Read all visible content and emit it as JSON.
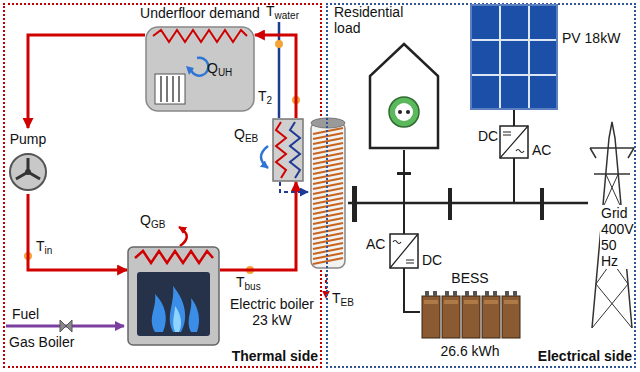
{
  "diagram": {
    "nodes": [
      {
        "text": [
          "Thermal side"
        ]
      },
      {
        "text": [
          "Underfloor demand",
          "QUH"
        ],
        "in": 0
      },
      {
        "text": [
          "Pump"
        ],
        "in": 0
      },
      {
        "text": [
          "QEB"
        ],
        "in": 0
      },
      {
        "text": [
          "Electric boiler 23 kW"
        ],
        "in": 0
      },
      {
        "text": [
          "Gas Boiler"
        ],
        "in": 0
      },
      {
        "text": [
          "Electrical side"
        ]
      },
      {
        "text": [
          "Residential load"
        ],
        "in": 6
      },
      {
        "text": [
          "PV 18kW"
        ],
        "in": 6
      },
      {
        "text": [
          "BESS",
          "26.6 kWh"
        ],
        "in": 6
      },
      {
        "text": [
          "Grid 400V 50 Hz"
        ],
        "in": 6
      }
    ],
    "edges": [
      {
        "from": 1,
        "to": 2,
        "arrow": "to"
      },
      {
        "from": 2,
        "to": 5,
        "arrow": "to"
      },
      {
        "from": 5,
        "to": 3,
        "arrow": "to"
      },
      {
        "from": 3,
        "to": 1,
        "arrow": "to"
      },
      {
        "from": 3,
        "to": 4,
        "arrow": "to"
      },
      {
        "from": 4,
        "to": 10,
        "arrow": "none"
      }
    ],
    "labels": [
      "Twater",
      "T2",
      "QGB",
      "Tin",
      "Tbus",
      "Fuel",
      "TEB",
      "DC",
      "AC",
      "AC",
      "DC"
    ]
  }
}
